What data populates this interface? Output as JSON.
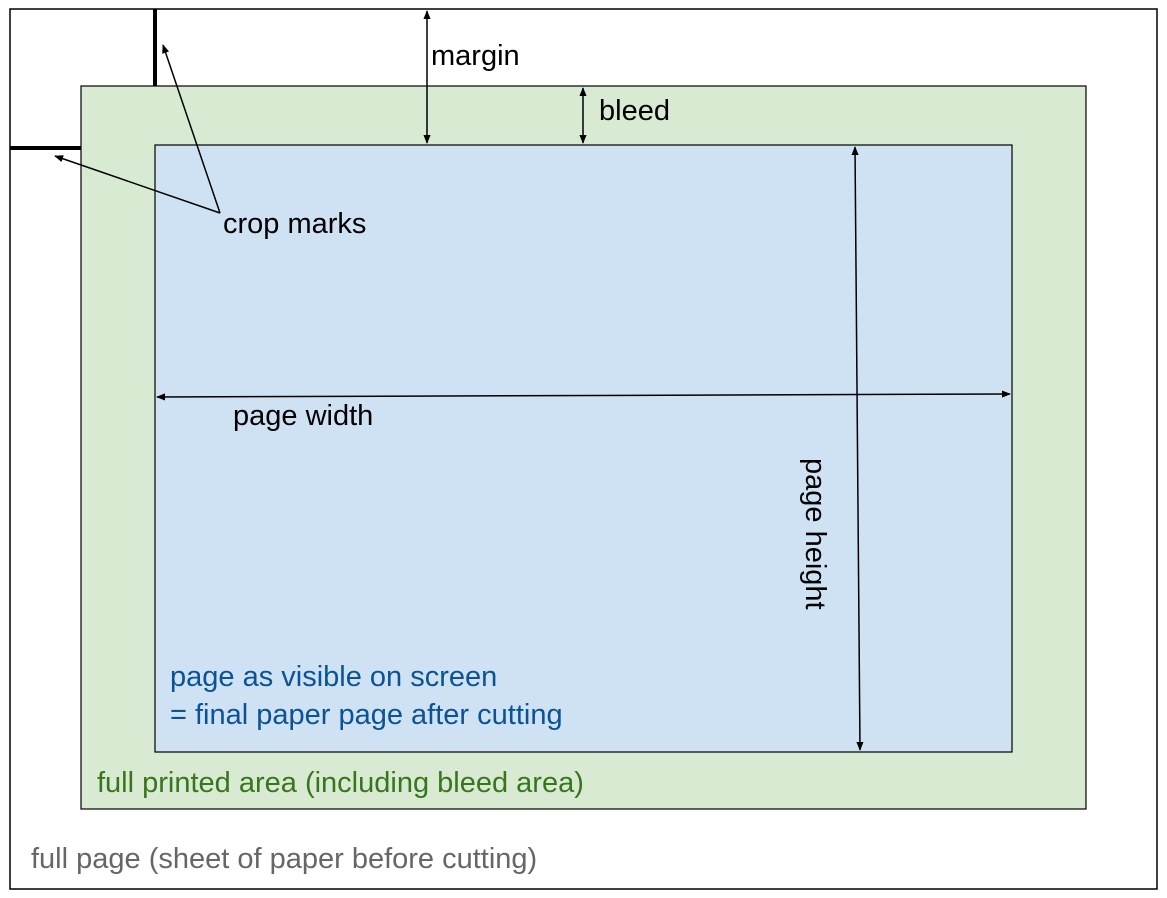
{
  "diagram": {
    "labels": {
      "margin": "margin",
      "bleed": "bleed",
      "crop_marks": "crop marks",
      "page_width": "page width",
      "page_height": "page height",
      "visible_line1": "page as visible on screen",
      "visible_line2": "= final paper page after cutting",
      "printed_area": "full printed area (including bleed area)",
      "full_page": "full page (sheet of paper before cutting)"
    },
    "colors": {
      "sheet_border": "#000000",
      "printed_fill": "#d9ead3",
      "page_fill": "#cfe2f3",
      "line": "#000000",
      "text_black": "#000000",
      "text_blue": "#0b5394",
      "text_green": "#38761d",
      "text_gray": "#666666"
    }
  }
}
